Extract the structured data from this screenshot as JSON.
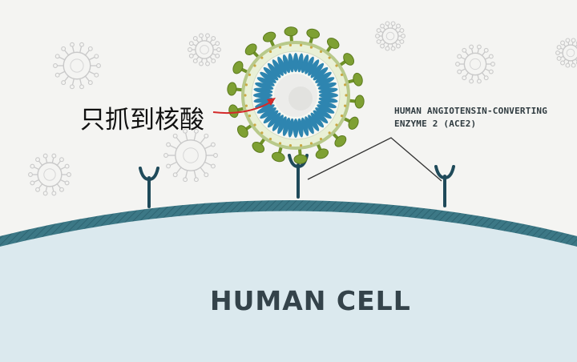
{
  "labels": {
    "annotation": "只抓到核酸",
    "receptor_line1": "HUMAN ANGIOTENSIN-CONVERTING",
    "receptor_line2": "ENZYME 2 (ACE2)",
    "cell": "HUMAN CELL"
  },
  "colors": {
    "background": "#f4f4f2",
    "cell_fill": "#dbe9ee",
    "membrane": "#3c7886",
    "receptor": "#1f4a5a",
    "spike_green": "#7ea033",
    "rna_blue": "#2e85b0",
    "annotation_arrow": "#d32a2a"
  },
  "icons": [
    "virus-particle-icon",
    "ace2-receptor-icon",
    "rna-strand-icon"
  ]
}
